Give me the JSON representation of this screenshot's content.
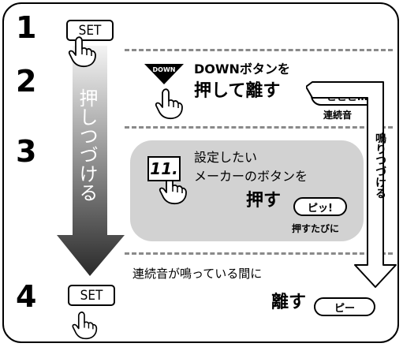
{
  "steps": {
    "s1": "1",
    "s2": "2",
    "s3": "3",
    "s4": "4"
  },
  "set_button_top": "SET",
  "set_button_bottom": "SET",
  "hold_arrow_label": "押しつづける",
  "step2": {
    "down_badge": "DOWN",
    "title": "DOWNボタンを",
    "action": "押して離す",
    "sound_bubble": "ビビビ…",
    "sound_caption": "連続音"
  },
  "step3": {
    "number_badge": "11.",
    "line1": "設定したい",
    "line2": "メーカーのボタンを",
    "action": "押す",
    "sound_bubble": "ピッ!",
    "sound_caption": "押すたびに"
  },
  "ringing_arrow_label": "鳴りつづける",
  "step4": {
    "caption": "連続音が鳴っている間に",
    "action": "離す",
    "sound_bubble": "ピー"
  },
  "colors": {
    "arrow_gradient_top": "#f4f4f4",
    "arrow_gradient_bottom": "#2a2a2a",
    "panel_gray": "#d2d2d2",
    "dash_gray": "#8a8a8a"
  },
  "icons": [
    "pointing-hand-icon",
    "down-triangle-icon"
  ]
}
